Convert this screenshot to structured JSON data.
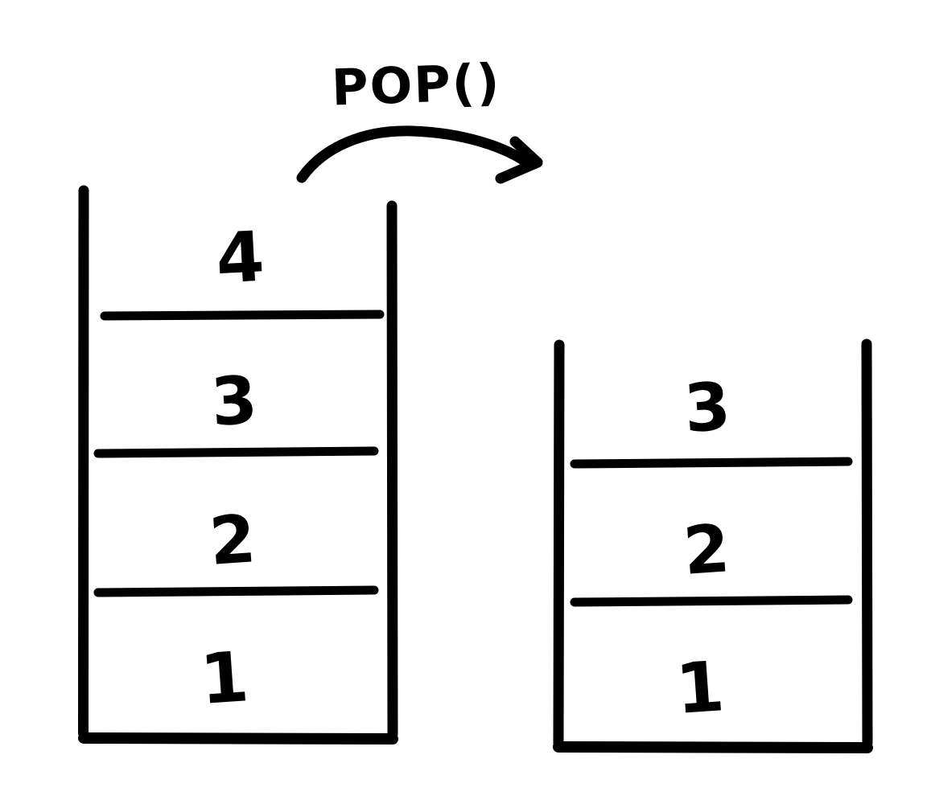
{
  "diagram": {
    "title": "Stack pop operation",
    "style": "hand-drawn",
    "ink_color": "#000000",
    "background_color": "#ffffff"
  },
  "operation": {
    "label": "POP()",
    "arrow_name": "curved-arrow-right",
    "direction": "left-to-right",
    "popped_value": "4"
  },
  "stacks": [
    {
      "id": "before",
      "name": "left-stack",
      "open_top": true,
      "count": 4,
      "cells": [
        {
          "value": "4",
          "position": "top"
        },
        {
          "value": "3",
          "position": "middle"
        },
        {
          "value": "2",
          "position": "middle"
        },
        {
          "value": "1",
          "position": "bottom"
        }
      ]
    },
    {
      "id": "after",
      "name": "right-stack",
      "open_top": true,
      "count": 3,
      "cells": [
        {
          "value": "3",
          "position": "top"
        },
        {
          "value": "2",
          "position": "middle"
        },
        {
          "value": "1",
          "position": "bottom"
        }
      ]
    }
  ]
}
